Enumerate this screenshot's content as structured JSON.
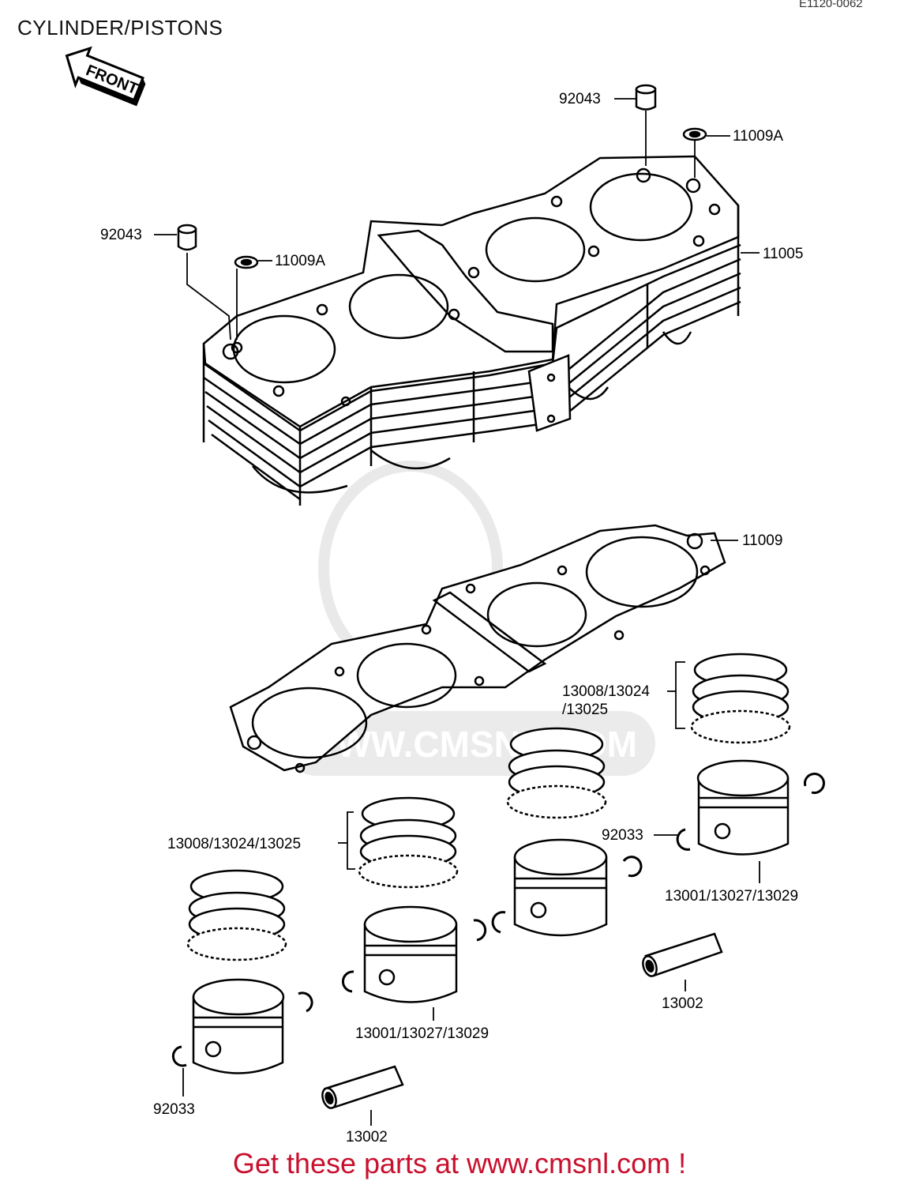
{
  "page": {
    "title": "CYLINDER/PISTONS",
    "drawing_code": "E1120-0062",
    "watermark": "WWW.CMSNL.COM",
    "banner": "Get these parts at www.cmsnl.com !",
    "front_label": "FRONT"
  },
  "callouts": {
    "c92043_top": "92043",
    "c11009a_top": "11009A",
    "c92043_left": "92043",
    "c11009a_left": "11009A",
    "c11005": "11005",
    "c11009": "11009",
    "c13008_right_1": "13008/13024",
    "c13008_right_2": "/13025",
    "c13008_left": "13008/13024/13025",
    "c92033_right": "92033",
    "c13001_right": "13001/13027/13029",
    "c13001_center": "13001/13027/13029",
    "c13002_right": "13002",
    "c13002_left": "13002",
    "c92033_left": "92033"
  }
}
